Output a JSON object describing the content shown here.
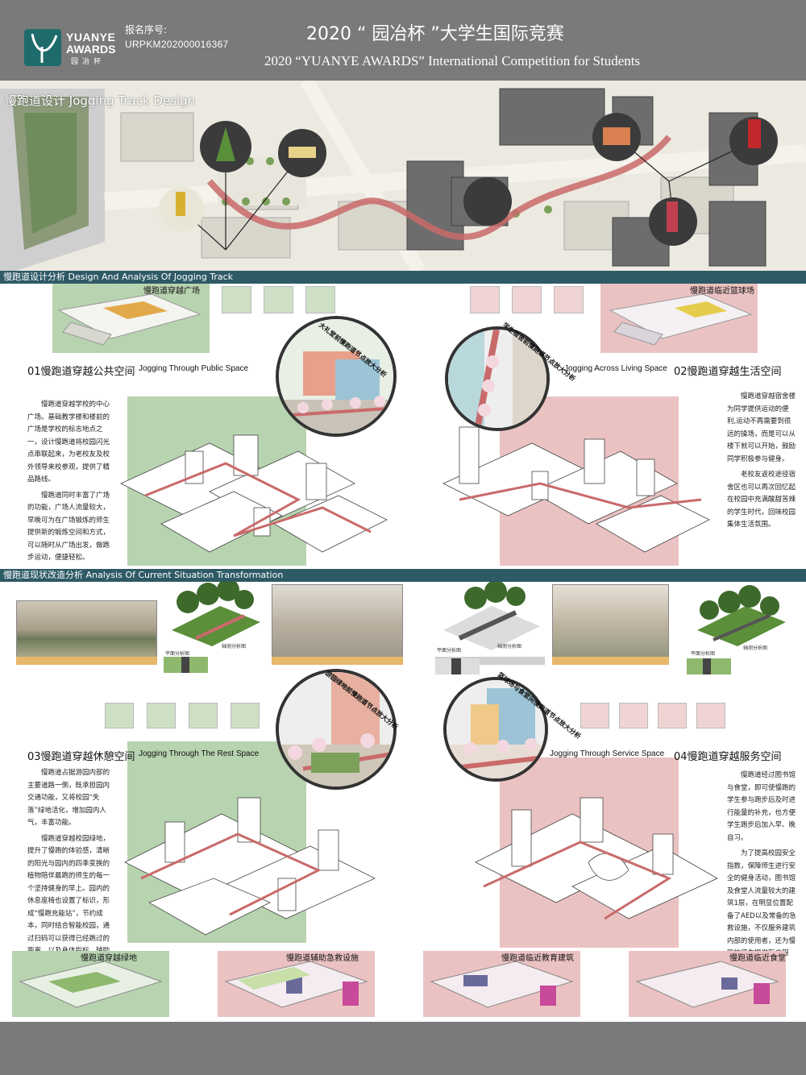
{
  "header": {
    "logo": {
      "line1": "YUANYE",
      "line2": "AWARDS",
      "line3": "园冶杯"
    },
    "reg_label": "报名序号:",
    "reg_number": "URPKM202000016367",
    "title_cn": "2020 “ 园冶杯 ”大学生国际竞赛",
    "title_en": "2020 “YUANYE AWARDS” International Competition for  Students"
  },
  "sections": {
    "s1": "慢跑道设计  Jogging Track Design",
    "s2": "慢跑道设计分析  Design And Analysis Of Jogging Track",
    "s3": "慢跑道现状改造分析    Analysis Of Current Situation Transformation"
  },
  "design": {
    "p1": {
      "top_label": "慢跑道穿越广场",
      "circle_label": "大礼堂前慢跑道节点放大分析",
      "title_cn": "01慢跑道穿越公共空间",
      "title_en": "Jogging Through Public Space",
      "text": [
        "慢跑道穿越学校的中心广场。基础教学楼和楼前的广场是学校的标志地点之一，设计慢跑道将校园闪光点串联起来，为老校友及校外领导来校参观，提供了精品路线。",
        "慢跑道同时丰富了广场的功能，广场人流量较大，早晚可为在广场锻炼的师生提供新的锻炼空间和方式，可以随时从广场出发，做跑步运动，便捷轻松。"
      ]
    },
    "p2": {
      "top_label": "慢跑道临近篮球场",
      "circle_label": "学生宿舍前慢跑道节点放大分析",
      "title_cn": "02慢跑道穿越生活空间",
      "title_en": "Jogging Across Living Space",
      "text": [
        "慢跑道穿越宿舍楼为同学提供运动的便利,运动不再需要到很远的操场，而是可以从楼下就可以开始，鼓励同学积极参与健身。",
        "老校友返校途径宿舍区也可以再次回忆起在校园中充满酸甜苦辣的学生时代，回味校园集体生活氛围。"
      ]
    }
  },
  "transform": {
    "p3": {
      "circle_label": "游园绿地前慢跑道节点放大分析",
      "title_cn": "03慢跑道穿越休憩空间",
      "title_en": "Jogging Through The Rest Space",
      "text": [
        "慢跑道占据游园内部的主要道路一侧，既承担园内交通功能，又将校园“失落”绿地活化，增加园内人气，丰富功能。",
        "慢跑道穿越校园绿地，提升了慢跑的体验感，清晰的阳光与园内的四季变换的植物陪伴晨跑的师生的每一个坚持健身的早上。园内的休息座椅也设置了标识，形成“慢跑充能站”，节约成本，同时结合智能校园，通过扫码可以获得已经跑过的距离，以及身体指标，辅助师生规划慢跑运动。"
      ],
      "bottom_left": "慢跑道穿越绿地",
      "bottom_right": "慢跑道辅助急救设施",
      "plan_label": "平面分析图",
      "section_label": "轴测分析图"
    },
    "p4": {
      "circle_label": "篮球场与食堂间慢跑道节点放大分析",
      "title_cn": "04慢跑道穿越服务空间",
      "title_en": "Jogging Through Service Space",
      "text": [
        "慢跑道经过图书馆与食堂，即可使慢跑的学生参与跑步后及时进行能量的补充，也方便学生跑步后加入早、晚自习。",
        "为了提高校园安全指数，保障师生进行安全的健身活动，图书馆及食堂人流量较大的建筑1层，在明显位置配备了AED以及常备的急救设施，不仅服务建筑内部的使用者，还为慢跑的师生提供医疗服务。"
      ],
      "bottom_left": "慢跑道临近教育建筑",
      "bottom_right": "慢跑道临近食堂",
      "plan_label": "平面分析图",
      "section_label": "轴测分析图"
    }
  },
  "colors": {
    "bar": "#2e5a66",
    "green": "#b8d3b0",
    "pink": "#ebc2c2",
    "track": "#c96a6a",
    "header": "#7a7a7a"
  }
}
